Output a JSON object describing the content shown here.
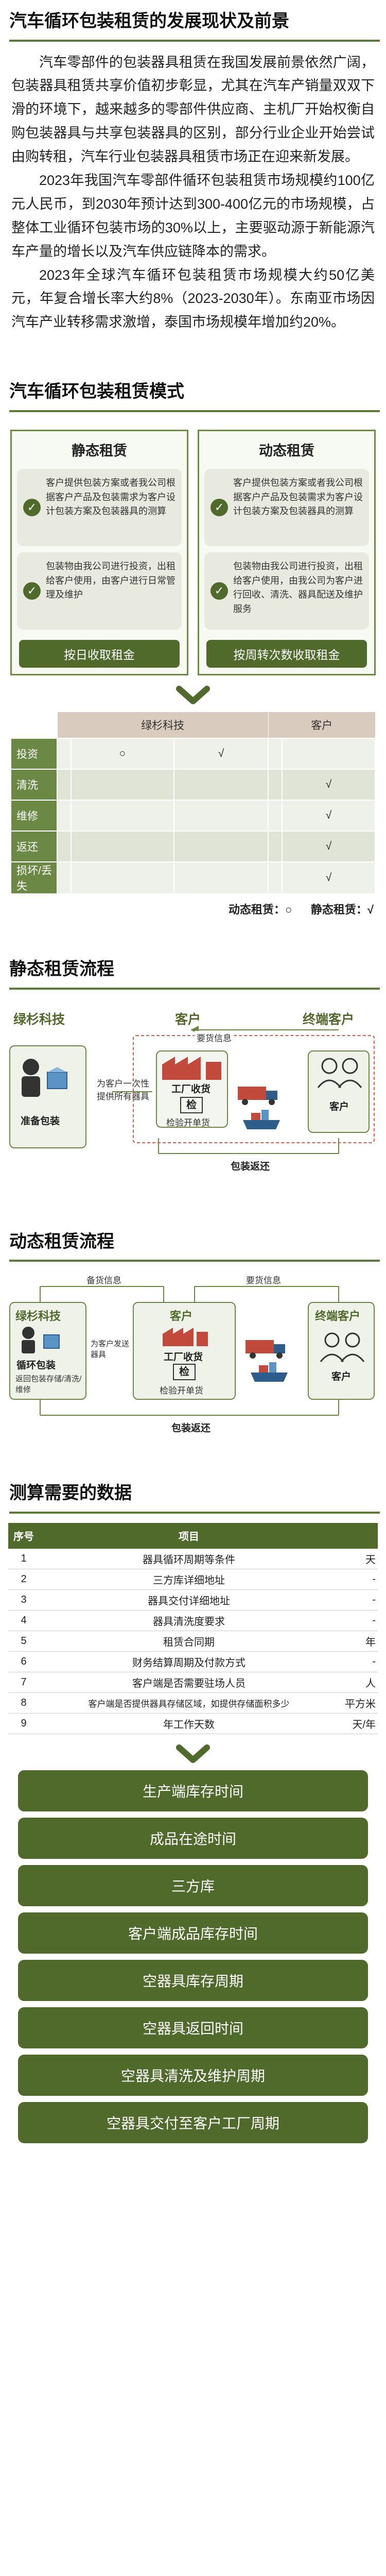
{
  "intro": {
    "title": "汽车循环包装租赁的发展现状及前景",
    "paragraphs": [
      "汽车零部件的包装器具租赁在我国发展前景依然广阔，包装器具租赁共享价值初步彰显，尤其在汽车产销量双双下滑的环境下，越来越多的零部件供应商、主机厂开始权衡自购包装器具与共享包装器具的区别，部分行业企业开始尝试由购转租，汽车行业包装器具租赁市场正在迎来新发展。",
      "2023年我国汽车零部件循环包装租赁市场规模约100亿元人民币，到2030年预计达到300-400亿元的市场规模，占整体工业循环包装市场的30%以上，主要驱动源于新能源汽车产量的增长以及汽车供应链降本的需求。",
      "2023年全球汽车循环包装租赁市场规模大约50亿美元，年复合增长率大约8%（2023-2030年）。东南亚市场因汽车产业转移需求激增，泰国市场规模年增加约20%。"
    ]
  },
  "modes": {
    "title": "汽车循环包装租赁模式",
    "static": {
      "title": "静态租赁",
      "items": [
        "客户提供包装方案或者我公司根据客户产品及包装需求为客户设计包装方案及包装器具的测算",
        "包装物由我公司进行投资，出租给客户使用，由客户进行日常管理及维护"
      ],
      "button": "按日收取租金"
    },
    "dynamic": {
      "title": "动态租赁",
      "items": [
        "客户提供包装方案或者我公司根据客户产品及包装需求为客户设计包装方案及包装器具的测算",
        "包装物由我公司进行投资，出租给客户使用，由我公司为客户进行回收、清洗、器具配送及维护服务"
      ],
      "button": "按周转次数收取租金"
    }
  },
  "responsibility": {
    "headers": [
      "",
      "绿杉科技",
      "客户"
    ],
    "rows": [
      {
        "label": "投资",
        "cells": [
          "",
          "○",
          "√",
          "",
          ""
        ]
      },
      {
        "label": "清洗",
        "cells": [
          "",
          "",
          "",
          "",
          "√"
        ]
      },
      {
        "label": "维修",
        "cells": [
          "",
          "",
          "",
          "",
          "√"
        ]
      },
      {
        "label": "返还",
        "cells": [
          "",
          "",
          "",
          "",
          "√"
        ]
      },
      {
        "label": "损坏/丢失",
        "cells": [
          "",
          "",
          "",
          "",
          "√"
        ]
      }
    ],
    "legend_dynamic": "动态租赁：○",
    "legend_static": "静态租赁：√"
  },
  "static_flow": {
    "title": "静态租赁流程",
    "col_company": "绿杉科技",
    "col_customer": "客户",
    "col_terminal": "终端客户",
    "prepare_label": "准备包装",
    "design_label": "为客户一次性提供所有器具",
    "goods_info": "要货信息",
    "factory_label": "工厂收货",
    "inspect_label": "检验开单货",
    "customer_label": "客户",
    "return_label": "包装返还",
    "check_char": "检"
  },
  "dynamic_flow": {
    "title": "动态租赁流程",
    "prepare_info": "备货信息",
    "goods_info": "要货信息",
    "col_company": "绿杉科技",
    "col_customer": "客户",
    "col_terminal": "终端客户",
    "pack_label": "循环包装",
    "service_label": "返回包装存储/清洗/维修",
    "send_label": "为客户发送器具",
    "factory_label": "工厂收货",
    "inspect_label": "检验开单货",
    "customer_label": "客户",
    "return_label": "包装返还",
    "check_char": "检"
  },
  "data_needs": {
    "title": "测算需要的数据",
    "headers": [
      "序号",
      "项目",
      ""
    ],
    "rows": [
      {
        "no": "1",
        "item": "器具循环周期等条件",
        "unit": "天"
      },
      {
        "no": "2",
        "item": "三方库详细地址",
        "unit": "-"
      },
      {
        "no": "3",
        "item": "器具交付详细地址",
        "unit": "-"
      },
      {
        "no": "4",
        "item": "器具清洗度要求",
        "unit": "-"
      },
      {
        "no": "5",
        "item": "租赁合同期",
        "unit": "年"
      },
      {
        "no": "6",
        "item": "财务结算周期及付款方式",
        "unit": "-"
      },
      {
        "no": "7",
        "item": "客户端是否需要驻场人员",
        "unit": "人"
      },
      {
        "no": "8",
        "item": "客户端是否提供器具存储区域，如提供存储面积多少",
        "unit": "平方米"
      },
      {
        "no": "9",
        "item": "年工作天数",
        "unit": "天/年"
      }
    ],
    "pills": [
      "生产端库存时间",
      "成品在途时间",
      "三方库",
      "客户端成品库存时间",
      "空器具库存周期",
      "空器具返回时间",
      "空器具清洗及维护周期",
      "空器具交付至客户工厂周期"
    ]
  },
  "colors": {
    "primary": "#4f6a2a",
    "accent": "#6b8844",
    "header_tan": "#d9cbbd",
    "dashed_red": "#e25a4a"
  }
}
